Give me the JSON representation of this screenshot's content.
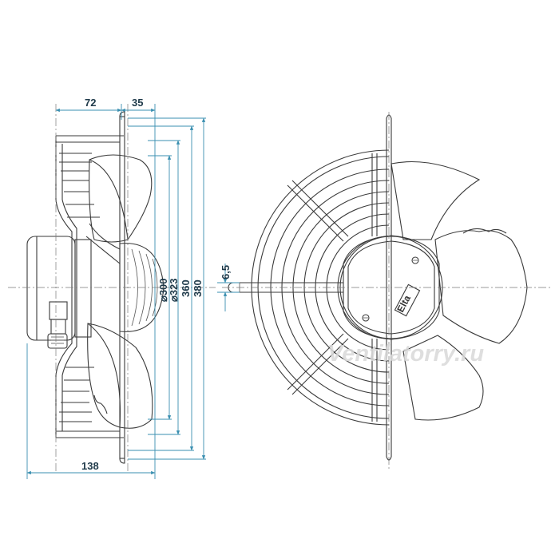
{
  "drawing": {
    "side_view_dimensions": {
      "depth_front": "72",
      "depth_guard": "35",
      "total_depth": "138"
    },
    "diameters": {
      "d1": "⌀300",
      "d2": "⌀323",
      "d3": "360",
      "d4": "380"
    },
    "mount_slot": "6,5",
    "brand_badge": "Elta",
    "watermark": "Ventilatorry.ru"
  }
}
